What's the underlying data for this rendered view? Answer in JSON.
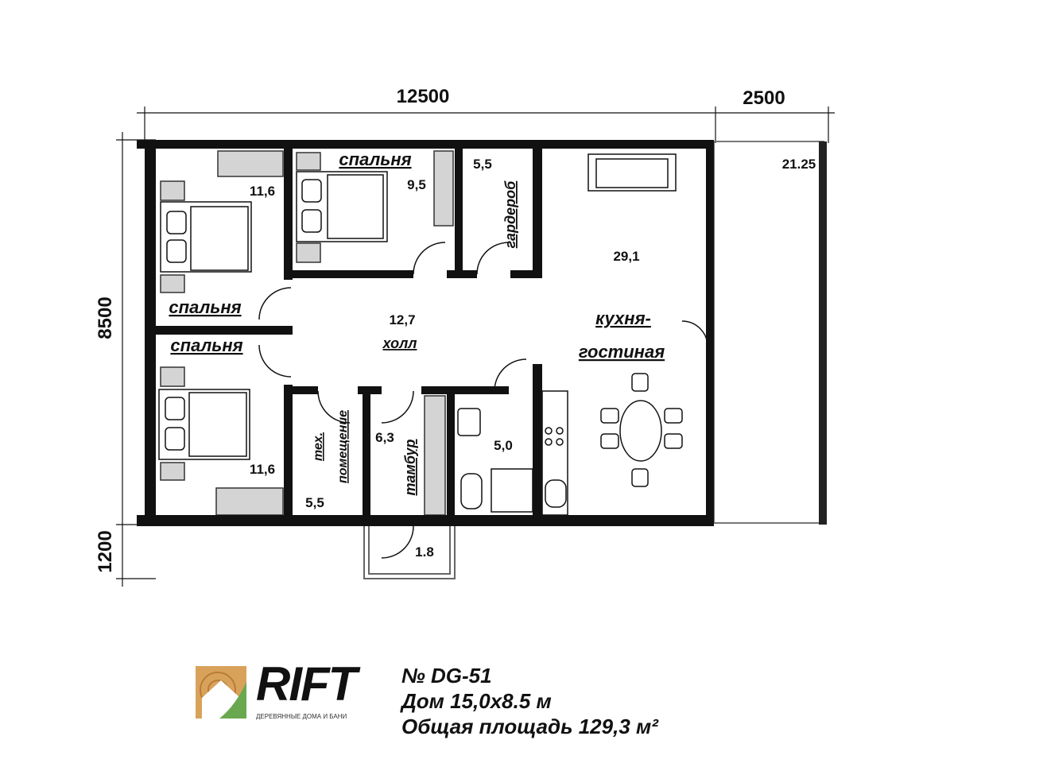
{
  "dimensions": {
    "width_main": "12500",
    "width_terrace": "2500",
    "height_main": "8500",
    "height_porch": "1200"
  },
  "rooms": {
    "bedroom_top_left": {
      "area": "11,6"
    },
    "bedroom_left_label": "спальня",
    "bedroom_bottom_label": "спальня",
    "bedroom_bottom_left": {
      "area": "11,6"
    },
    "bedroom_top_mid": {
      "label": "спальня",
      "area": "9,5"
    },
    "wardrobe": {
      "label": "гардероб",
      "area": "5,5"
    },
    "living": {
      "label1": "кухня-",
      "label2": "гостиная",
      "area": "29,1"
    },
    "hall": {
      "label": "холл",
      "area": "12,7"
    },
    "tech": {
      "label1": "тех.",
      "label2": "помещение",
      "area": "5,5"
    },
    "vestibule": {
      "label": "тамбур",
      "area": "6,3"
    },
    "bathroom": {
      "area": "5,0"
    },
    "terrace": {
      "area": "21.25"
    },
    "porch": {
      "area": "1.8"
    }
  },
  "logo": {
    "brand": "RIFT",
    "tagline": "ДЕРЕВЯННЫЕ ДОМА И БАНИ"
  },
  "info": {
    "number": "№ DG-51",
    "house": "Дом 15,0x8.5 м",
    "total_area": "Общая площадь 129,3 м²"
  }
}
